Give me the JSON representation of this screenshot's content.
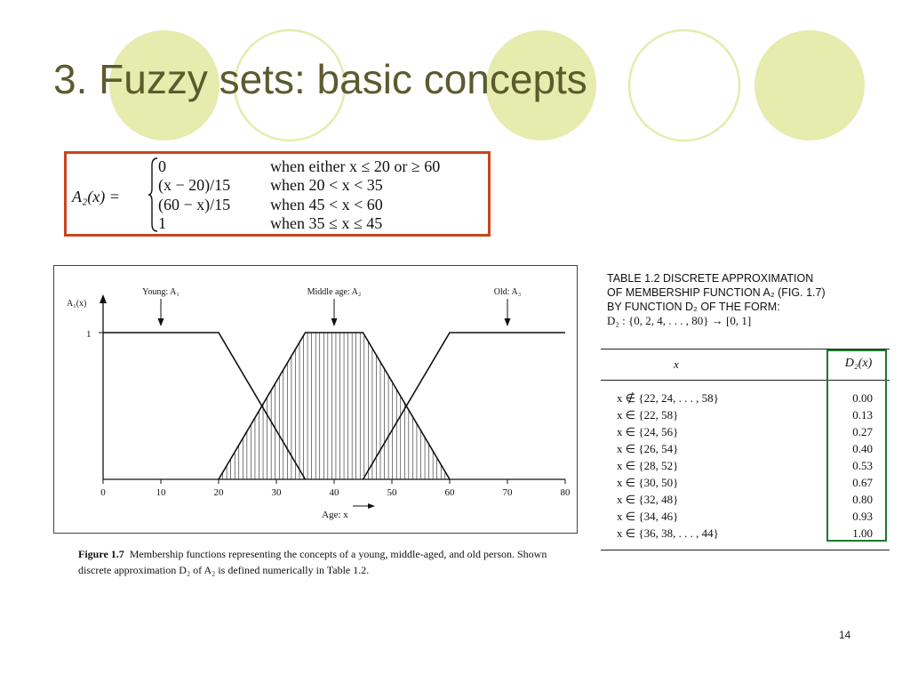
{
  "slide": {
    "title": "3. Fuzzy sets: basic concepts",
    "page_number": "14",
    "colors": {
      "title": "#5b5b2e",
      "circles": "#e6ebae",
      "formula_border": "#c8451f",
      "table_highlight": "#1d7a2a"
    }
  },
  "formula": {
    "lhs": "A₂(x) =",
    "cases": [
      {
        "value": "0",
        "condition": "when either x ≤ 20 or  ≥ 60"
      },
      {
        "value": "(x − 20)/15",
        "condition": "when 20 < x < 35"
      },
      {
        "value": "(60 − x)/15",
        "condition": "when 45 < x < 60"
      },
      {
        "value": "1",
        "condition": "when 35 ≤ x ≤ 45"
      }
    ]
  },
  "figure": {
    "y_axis_label": "A₁(x)",
    "y_tick": "1",
    "x_ticks": [
      "0",
      "10",
      "20",
      "30",
      "40",
      "50",
      "60",
      "70",
      "80"
    ],
    "x_axis_label": "Age: x",
    "sets": [
      {
        "label": "Young: A₁",
        "points": [
          [
            0,
            1
          ],
          [
            20,
            1
          ],
          [
            35,
            0
          ]
        ]
      },
      {
        "label": "Middle age: A₂",
        "points": [
          [
            20,
            0
          ],
          [
            35,
            1
          ],
          [
            45,
            1
          ],
          [
            60,
            0
          ]
        ]
      },
      {
        "label": "Old: A₃",
        "points": [
          [
            45,
            0
          ],
          [
            60,
            1
          ],
          [
            80,
            1
          ]
        ]
      }
    ],
    "caption_label": "Figure 1.7",
    "caption_text": "Membership functions representing the concepts of a young, middle-aged, and old person. Shown discrete approximation D₂ of A₂ is defined numerically in Table 1.2."
  },
  "table": {
    "title_lines": [
      "TABLE 1.2   DISCRETE APPROXIMATION",
      "OF MEMBERSHIP FUNCTION A₂ (FIG. 1.7)",
      "BY FUNCTION D₂ OF THE FORM:"
    ],
    "mapping": "D₂ : {0, 2, 4, . . . , 80} → [0, 1]",
    "headers": [
      "x",
      "D₂(x)"
    ],
    "rows": [
      {
        "x": "x ∉ {22, 24, . . . , 58}",
        "d": "0.00"
      },
      {
        "x": "x ∈ {22, 58}",
        "d": "0.13"
      },
      {
        "x": "x ∈ {24, 56}",
        "d": "0.27"
      },
      {
        "x": "x ∈ {26, 54}",
        "d": "0.40"
      },
      {
        "x": "x ∈ {28, 52}",
        "d": "0.53"
      },
      {
        "x": "x ∈ {30, 50}",
        "d": "0.67"
      },
      {
        "x": "x ∈ {32, 48}",
        "d": "0.80"
      },
      {
        "x": "x ∈ {34, 46}",
        "d": "0.93"
      },
      {
        "x": "x ∈ {36, 38, . . . , 44}",
        "d": "1.00"
      }
    ]
  }
}
